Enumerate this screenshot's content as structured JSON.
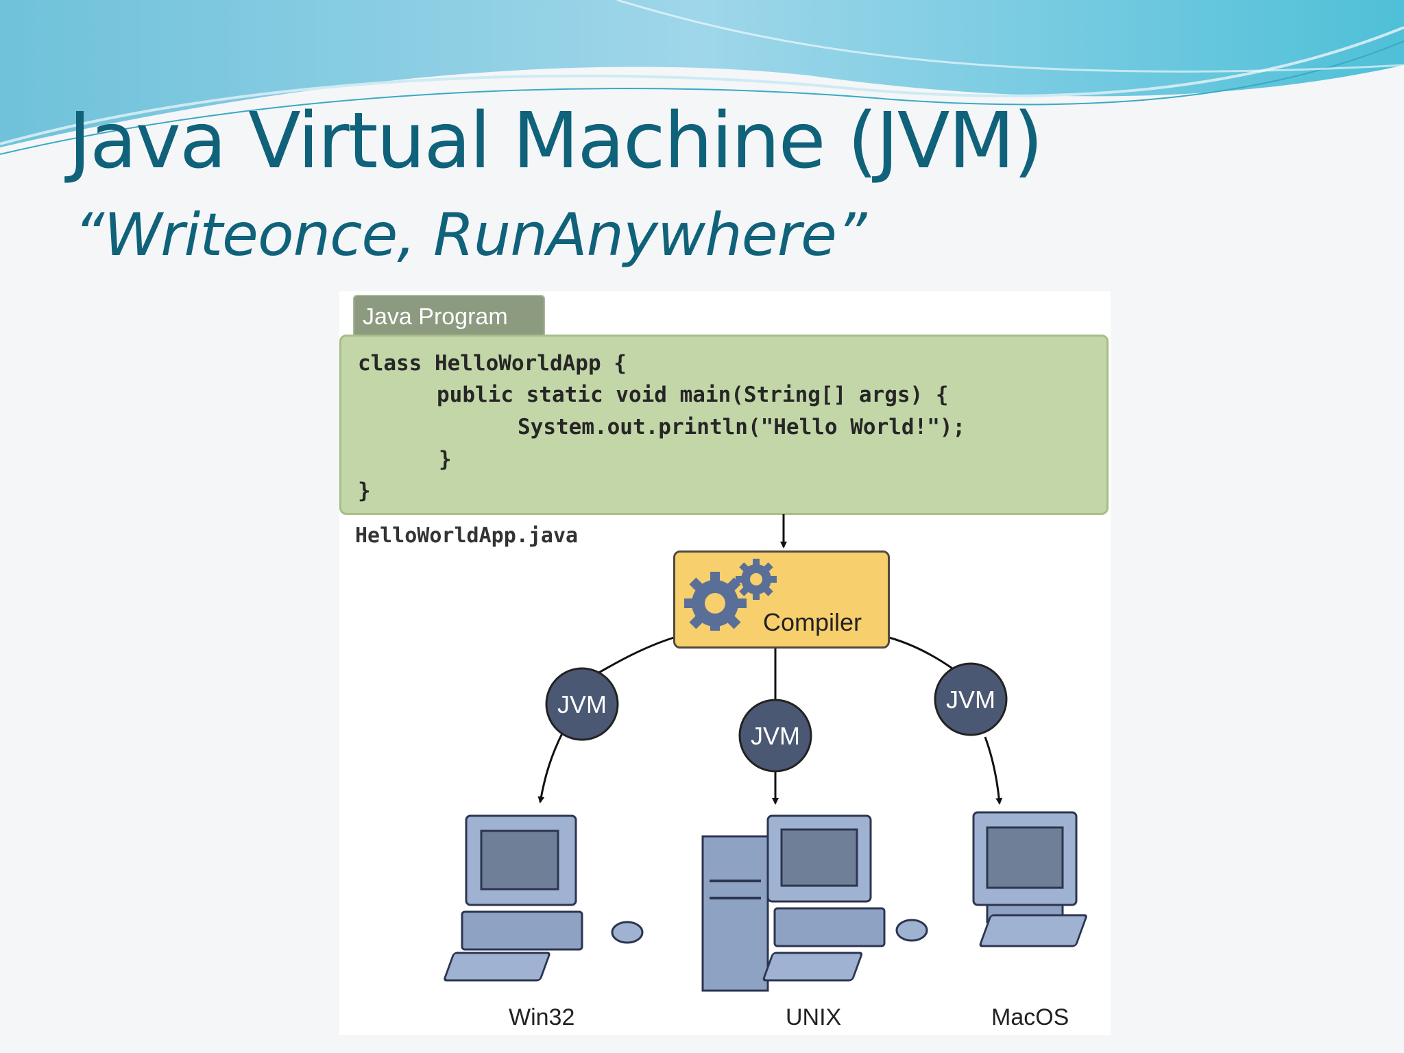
{
  "slide": {
    "title": "Java Virtual Machine (JVM)",
    "subtitle": "“Writeonce, RunAnywhere”"
  },
  "diagram": {
    "program_tab": "Java Program",
    "code_lines": [
      "class HelloWorldApp {",
      "public static void main(String[] args) {",
      "System.out.println(\"Hello World!\");",
      "}",
      "}"
    ],
    "filename": "HelloWorldApp.java",
    "compiler_label": "Compiler",
    "jvm_labels": [
      "JVM",
      "JVM",
      "JVM"
    ],
    "platforms": [
      "Win32",
      "UNIX",
      "MacOS"
    ]
  },
  "colors": {
    "title": "#10627a",
    "code_bg": "#c3d6a8",
    "compiler_bg": "#f7cf6d",
    "jvm_circle": "#4b5873",
    "computer": "#9fb2d1"
  }
}
